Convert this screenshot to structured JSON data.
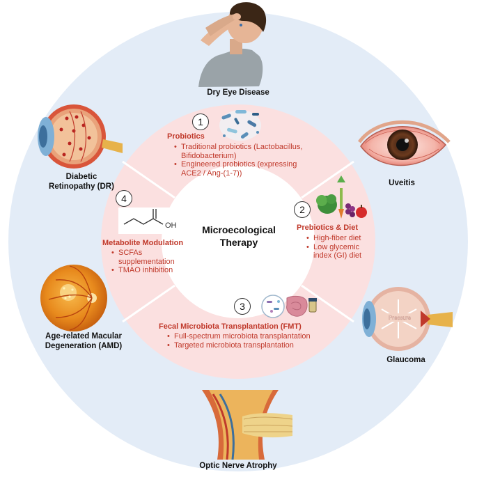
{
  "center": {
    "line1": "Microecological",
    "line2": "Therapy"
  },
  "diseases": {
    "dry_eye": "Dry Eye Disease",
    "uveitis": "Uveitis",
    "glaucoma": "Glaucoma",
    "optic": "Optic Nerve Atrophy",
    "amd_line1": "Age-related Macular",
    "amd_line2": "Degeneration (AMD)",
    "dr_line1": "Diabetic",
    "dr_line2": "Retinopathy (DR)"
  },
  "glaucoma_pressure": "Pressure",
  "molecule_label": "OH",
  "therapies": {
    "probiotics": {
      "number": "1",
      "title": "Probiotics",
      "items": [
        "Traditional probiotics (Lactobacillus,",
        "Bifidobacterium)",
        "Engineered probiotics (expressing",
        "ACE2 / Ang-(1-7))"
      ]
    },
    "prebiotics": {
      "number": "2",
      "title": "Prebiotics & Diet",
      "items": [
        "High-fiber diet",
        "Low glycemic",
        "index (GI) diet"
      ]
    },
    "fmt": {
      "number": "3",
      "title": "Fecal Microbiota Transplantation (FMT)",
      "items": [
        "Full-spectrum microbiota transplantation",
        "Targeted microbiota transplantation"
      ]
    },
    "metabolite": {
      "number": "4",
      "title": "Metabolite Modulation",
      "items": [
        "SCFAs",
        "supplementation",
        "TMAO inhibition"
      ]
    }
  },
  "colors": {
    "outer_ring": "#e3ecf7",
    "inner_ring": "#fbe0e0",
    "center": "#ffffff",
    "accent_red": "#c0392b"
  }
}
